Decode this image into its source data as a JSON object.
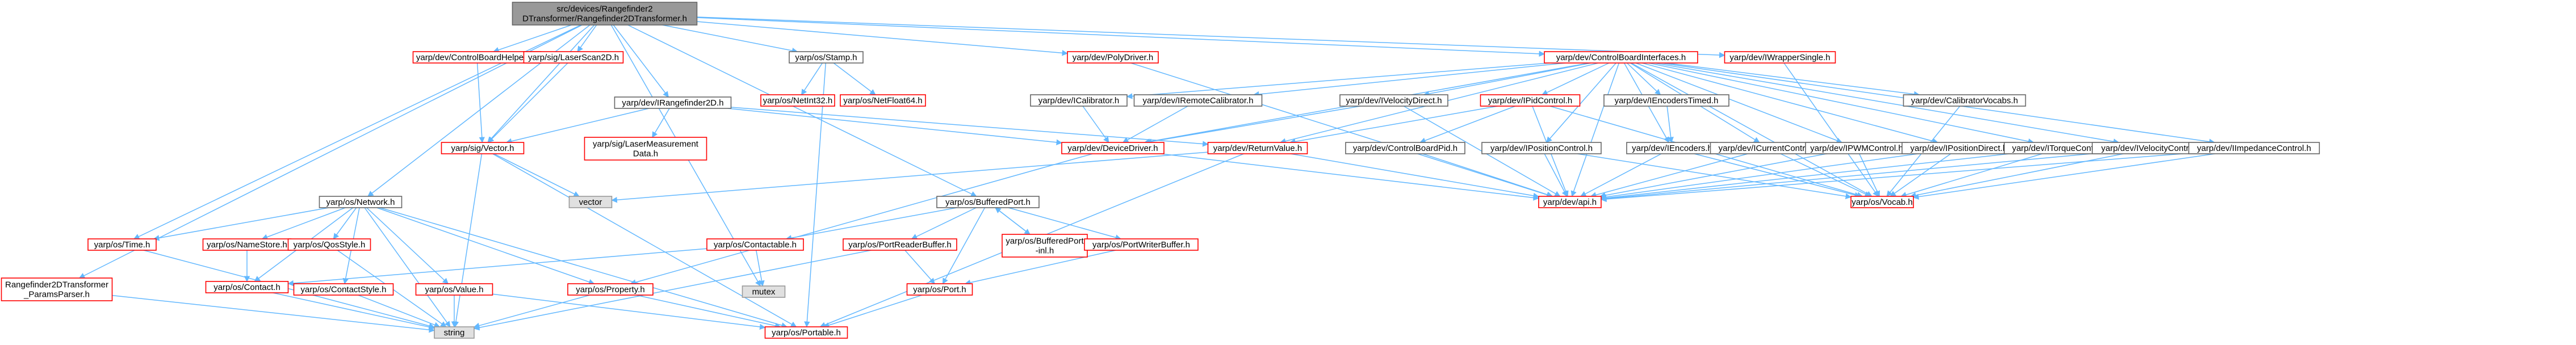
{
  "graph": {
    "colors": {
      "background": "#ffffff",
      "root_fill": "#999999",
      "root_border": "#666666",
      "doc_border": "#666666",
      "nodoc_border": "#ff0000",
      "external_fill": "#e0e0e0",
      "external_border": "#999999",
      "edge": "#63b8ff",
      "text": "#000000"
    },
    "nodes": {
      "root": {
        "kind": "root",
        "lines": [
          "src/devices/Rangefinder2",
          "DTransformer/Rangefinder2DTransformer.h"
        ]
      },
      "controlboardhelpers": {
        "kind": "nodoc",
        "lines": [
          "yarp/dev/ControlBoardHelpers.h"
        ]
      },
      "laserscan2d": {
        "kind": "nodoc",
        "lines": [
          "yarp/sig/LaserScan2D.h"
        ]
      },
      "stamp": {
        "kind": "doc",
        "lines": [
          "yarp/os/Stamp.h"
        ]
      },
      "polydriver": {
        "kind": "nodoc",
        "lines": [
          "yarp/dev/PolyDriver.h"
        ]
      },
      "cbinterfaces": {
        "kind": "nodoc",
        "lines": [
          "yarp/dev/ControlBoardInterfaces.h"
        ]
      },
      "iwrappersingle": {
        "kind": "nodoc",
        "lines": [
          "yarp/dev/IWrapperSingle.h"
        ]
      },
      "netint32": {
        "kind": "nodoc",
        "lines": [
          "yarp/os/NetInt32.h"
        ]
      },
      "netfloat64": {
        "kind": "nodoc",
        "lines": [
          "yarp/os/NetFloat64.h"
        ]
      },
      "icalibrator": {
        "kind": "doc",
        "lines": [
          "yarp/dev/ICalibrator.h"
        ]
      },
      "iremotecalibrator": {
        "kind": "doc",
        "lines": [
          "yarp/dev/IRemoteCalibrator.h"
        ]
      },
      "ivelocitydirect": {
        "kind": "doc",
        "lines": [
          "yarp/dev/IVelocityDirect.h"
        ]
      },
      "ipidcontrol": {
        "kind": "nodoc",
        "lines": [
          "yarp/dev/IPidControl.h"
        ]
      },
      "iencoderstimed": {
        "kind": "doc",
        "lines": [
          "yarp/dev/IEncodersTimed.h"
        ]
      },
      "icalibratorvocabs": {
        "kind": "doc",
        "lines": [
          "yarp/dev/CalibratorVocabs.h"
        ]
      },
      "irangefinder2d": {
        "kind": "doc",
        "lines": [
          "yarp/dev/IRangefinder2D.h"
        ]
      },
      "vector": {
        "kind": "nodoc",
        "lines": [
          "yarp/sig/Vector.h"
        ]
      },
      "lasermeasurement": {
        "kind": "nodoc",
        "lines": [
          "yarp/sig/LaserMeasurement",
          "Data.h"
        ]
      },
      "devicedriver": {
        "kind": "nodoc",
        "lines": [
          "yarp/dev/DeviceDriver.h"
        ]
      },
      "returnvalue": {
        "kind": "nodoc",
        "lines": [
          "yarp/dev/ReturnValue.h"
        ]
      },
      "controlboardpid": {
        "kind": "doc",
        "lines": [
          "yarp/dev/ControlBoardPid.h"
        ]
      },
      "ipositioncontrol": {
        "kind": "doc",
        "lines": [
          "yarp/dev/IPositionControl.h"
        ]
      },
      "iencoders": {
        "kind": "doc",
        "lines": [
          "yarp/dev/IEncoders.h"
        ]
      },
      "icurrentcontrol": {
        "kind": "doc",
        "lines": [
          "yarp/dev/ICurrentControl.h"
        ]
      },
      "ipwmcontrol": {
        "kind": "doc",
        "lines": [
          "yarp/dev/IPWMControl.h"
        ]
      },
      "ipositiondirect": {
        "kind": "doc",
        "lines": [
          "yarp/dev/IPositionDirect.h"
        ]
      },
      "itorquecontrol": {
        "kind": "doc",
        "lines": [
          "yarp/dev/ITorqueControl.h"
        ]
      },
      "ivelocitycontrol": {
        "kind": "doc",
        "lines": [
          "yarp/dev/IVelocityControl.h"
        ]
      },
      "iimpedancecontrol": {
        "kind": "doc",
        "lines": [
          "yarp/dev/IImpedanceControl.h"
        ]
      },
      "network": {
        "kind": "doc",
        "lines": [
          "yarp/os/Network.h"
        ]
      },
      "std_vector": {
        "kind": "external",
        "lines": [
          "vector"
        ]
      },
      "bufferedport": {
        "kind": "doc",
        "lines": [
          "yarp/os/BufferedPort.h"
        ]
      },
      "api": {
        "kind": "nodoc",
        "lines": [
          "yarp/dev/api.h"
        ]
      },
      "vocab": {
        "kind": "nodoc",
        "lines": [
          "yarp/os/Vocab.h"
        ]
      },
      "time": {
        "kind": "nodoc",
        "lines": [
          "yarp/os/Time.h"
        ]
      },
      "namestore": {
        "kind": "nodoc",
        "lines": [
          "yarp/os/NameStore.h"
        ]
      },
      "qosstyle": {
        "kind": "nodoc",
        "lines": [
          "yarp/os/QosStyle.h"
        ]
      },
      "contactable": {
        "kind": "nodoc",
        "lines": [
          "yarp/os/Contactable.h"
        ]
      },
      "portreaderbuffer": {
        "kind": "nodoc",
        "lines": [
          "yarp/os/PortReaderBuffer.h"
        ]
      },
      "bufferedportinl": {
        "kind": "nodoc",
        "lines": [
          "yarp/os/BufferedPort",
          "-inl.h"
        ]
      },
      "portwriterbuffer": {
        "kind": "nodoc",
        "lines": [
          "yarp/os/PortWriterBuffer.h"
        ]
      },
      "contact": {
        "kind": "nodoc",
        "lines": [
          "yarp/os/Contact.h"
        ]
      },
      "mutex": {
        "kind": "external",
        "lines": [
          "mutex"
        ]
      },
      "params": {
        "kind": "nodoc",
        "lines": [
          "Rangefinder2DTransformer",
          "_ParamsParser.h"
        ]
      },
      "contactstyle": {
        "kind": "nodoc",
        "lines": [
          "yarp/os/ContactStyle.h"
        ]
      },
      "value": {
        "kind": "nodoc",
        "lines": [
          "yarp/os/Value.h"
        ]
      },
      "property": {
        "kind": "nodoc",
        "lines": [
          "yarp/os/Property.h"
        ]
      },
      "port": {
        "kind": "nodoc",
        "lines": [
          "yarp/os/Port.h"
        ]
      },
      "string": {
        "kind": "external",
        "lines": [
          "string"
        ]
      },
      "portable": {
        "kind": "nodoc",
        "lines": [
          "yarp/os/Portable.h"
        ]
      }
    },
    "edges": [
      [
        "root",
        "controlboardhelpers"
      ],
      [
        "root",
        "laserscan2d"
      ],
      [
        "root",
        "stamp"
      ],
      [
        "root",
        "polydriver"
      ],
      [
        "root",
        "cbinterfaces"
      ],
      [
        "root",
        "iwrappersingle"
      ],
      [
        "root",
        "irangefinder2d"
      ],
      [
        "root",
        "network"
      ],
      [
        "root",
        "vector"
      ],
      [
        "root",
        "bufferedport"
      ],
      [
        "root",
        "time"
      ],
      [
        "root",
        "params"
      ],
      [
        "root",
        "mutex"
      ],
      [
        "controlboardhelpers",
        "vector"
      ],
      [
        "laserscan2d",
        "vector"
      ],
      [
        "stamp",
        "netint32"
      ],
      [
        "stamp",
        "netfloat64"
      ],
      [
        "stamp",
        "portable"
      ],
      [
        "polydriver",
        "api"
      ],
      [
        "cbinterfaces",
        "icalibrator"
      ],
      [
        "cbinterfaces",
        "iremotecalibrator"
      ],
      [
        "cbinterfaces",
        "ivelocitydirect"
      ],
      [
        "cbinterfaces",
        "ipidcontrol"
      ],
      [
        "cbinterfaces",
        "iencoderstimed"
      ],
      [
        "cbinterfaces",
        "icalibratorvocabs"
      ],
      [
        "cbinterfaces",
        "ipositioncontrol"
      ],
      [
        "cbinterfaces",
        "icurrentcontrol"
      ],
      [
        "cbinterfaces",
        "ipwmcontrol"
      ],
      [
        "cbinterfaces",
        "ipositiondirect"
      ],
      [
        "cbinterfaces",
        "itorquecontrol"
      ],
      [
        "cbinterfaces",
        "ivelocitycontrol"
      ],
      [
        "cbinterfaces",
        "iimpedancecontrol"
      ],
      [
        "cbinterfaces",
        "iencoders"
      ],
      [
        "cbinterfaces",
        "devicedriver"
      ],
      [
        "cbinterfaces",
        "returnvalue"
      ],
      [
        "cbinterfaces",
        "api"
      ],
      [
        "cbinterfaces",
        "vocab"
      ],
      [
        "iwrappersingle",
        "vocab"
      ],
      [
        "icalibrator",
        "devicedriver"
      ],
      [
        "iremotecalibrator",
        "devicedriver"
      ],
      [
        "ivelocitydirect",
        "devicedriver"
      ],
      [
        "ivelocitydirect",
        "api"
      ],
      [
        "ipidcontrol",
        "controlboardpid"
      ],
      [
        "ipidcontrol",
        "returnvalue"
      ],
      [
        "ipidcontrol",
        "api"
      ],
      [
        "ipidcontrol",
        "vocab"
      ],
      [
        "iencoderstimed",
        "iencoders"
      ],
      [
        "icalibratorvocabs",
        "vocab"
      ],
      [
        "irangefinder2d",
        "vector"
      ],
      [
        "irangefinder2d",
        "lasermeasurement"
      ],
      [
        "irangefinder2d",
        "devicedriver"
      ],
      [
        "irangefinder2d",
        "returnvalue"
      ],
      [
        "vector",
        "std_vector"
      ],
      [
        "vector",
        "string"
      ],
      [
        "vector",
        "portable"
      ],
      [
        "devicedriver",
        "property"
      ],
      [
        "devicedriver",
        "api"
      ],
      [
        "returnvalue",
        "api"
      ],
      [
        "returnvalue",
        "portable"
      ],
      [
        "returnvalue",
        "std_vector"
      ],
      [
        "controlboardpid",
        "api"
      ],
      [
        "ipositioncontrol",
        "api"
      ],
      [
        "ipositioncontrol",
        "vocab"
      ],
      [
        "iencoders",
        "api"
      ],
      [
        "iencoders",
        "vocab"
      ],
      [
        "icurrentcontrol",
        "api"
      ],
      [
        "icurrentcontrol",
        "vocab"
      ],
      [
        "ipwmcontrol",
        "api"
      ],
      [
        "ipwmcontrol",
        "vocab"
      ],
      [
        "ipositiondirect",
        "api"
      ],
      [
        "ipositiondirect",
        "vocab"
      ],
      [
        "itorquecontrol",
        "api"
      ],
      [
        "itorquecontrol",
        "vocab"
      ],
      [
        "ivelocitycontrol",
        "api"
      ],
      [
        "ivelocitycontrol",
        "vocab"
      ],
      [
        "iimpedancecontrol",
        "api"
      ],
      [
        "iimpedancecontrol",
        "vocab"
      ],
      [
        "network",
        "time"
      ],
      [
        "network",
        "namestore"
      ],
      [
        "network",
        "qosstyle"
      ],
      [
        "network",
        "contact"
      ],
      [
        "network",
        "contactstyle"
      ],
      [
        "network",
        "value"
      ],
      [
        "network",
        "property"
      ],
      [
        "network",
        "portable"
      ],
      [
        "network",
        "string"
      ],
      [
        "bufferedport",
        "contactable"
      ],
      [
        "bufferedport",
        "portreaderbuffer"
      ],
      [
        "bufferedport",
        "bufferedportinl"
      ],
      [
        "bufferedport",
        "portwriterbuffer"
      ],
      [
        "bufferedport",
        "port"
      ],
      [
        "bufferedportinl",
        "bufferedport"
      ],
      [
        "namestore",
        "contact"
      ],
      [
        "qosstyle",
        "string"
      ],
      [
        "contactable",
        "contact"
      ],
      [
        "contactable",
        "mutex"
      ],
      [
        "portreaderbuffer",
        "port"
      ],
      [
        "portreaderbuffer",
        "string"
      ],
      [
        "portwriterbuffer",
        "port"
      ],
      [
        "contact",
        "string"
      ],
      [
        "time",
        "string"
      ],
      [
        "params",
        "string"
      ],
      [
        "contactstyle",
        "string"
      ],
      [
        "value",
        "string"
      ],
      [
        "value",
        "portable"
      ],
      [
        "property",
        "string"
      ],
      [
        "property",
        "portable"
      ],
      [
        "port",
        "portable"
      ]
    ]
  }
}
